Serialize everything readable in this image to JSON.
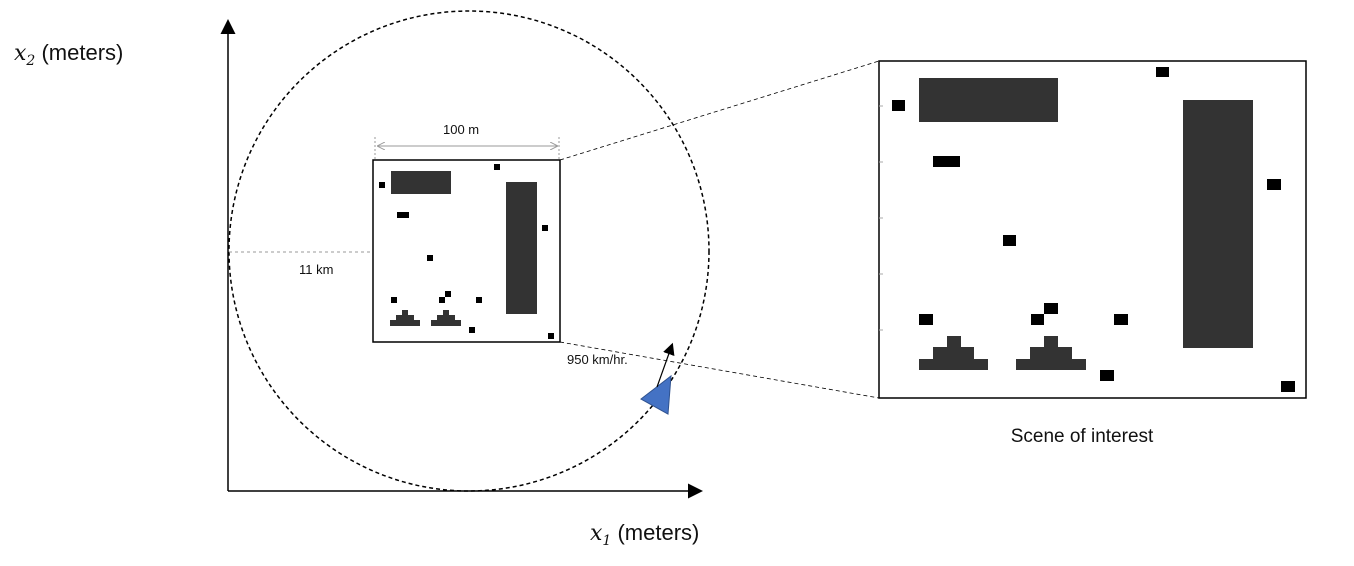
{
  "axes": {
    "y_label_var": "x",
    "y_label_sub": "2",
    "y_label_unit": " (meters)",
    "x_label_var": "x",
    "x_label_sub": "1",
    "x_label_unit": " (meters)"
  },
  "scene": {
    "width_label": "100 m",
    "radius_label": "11 km",
    "speed_label": "950 km/hr.",
    "zoom_caption": "Scene of interest"
  },
  "colors": {
    "building": "#333333",
    "object": "#000000",
    "aircraft": "#4472c4",
    "dim_line": "#999999"
  }
}
